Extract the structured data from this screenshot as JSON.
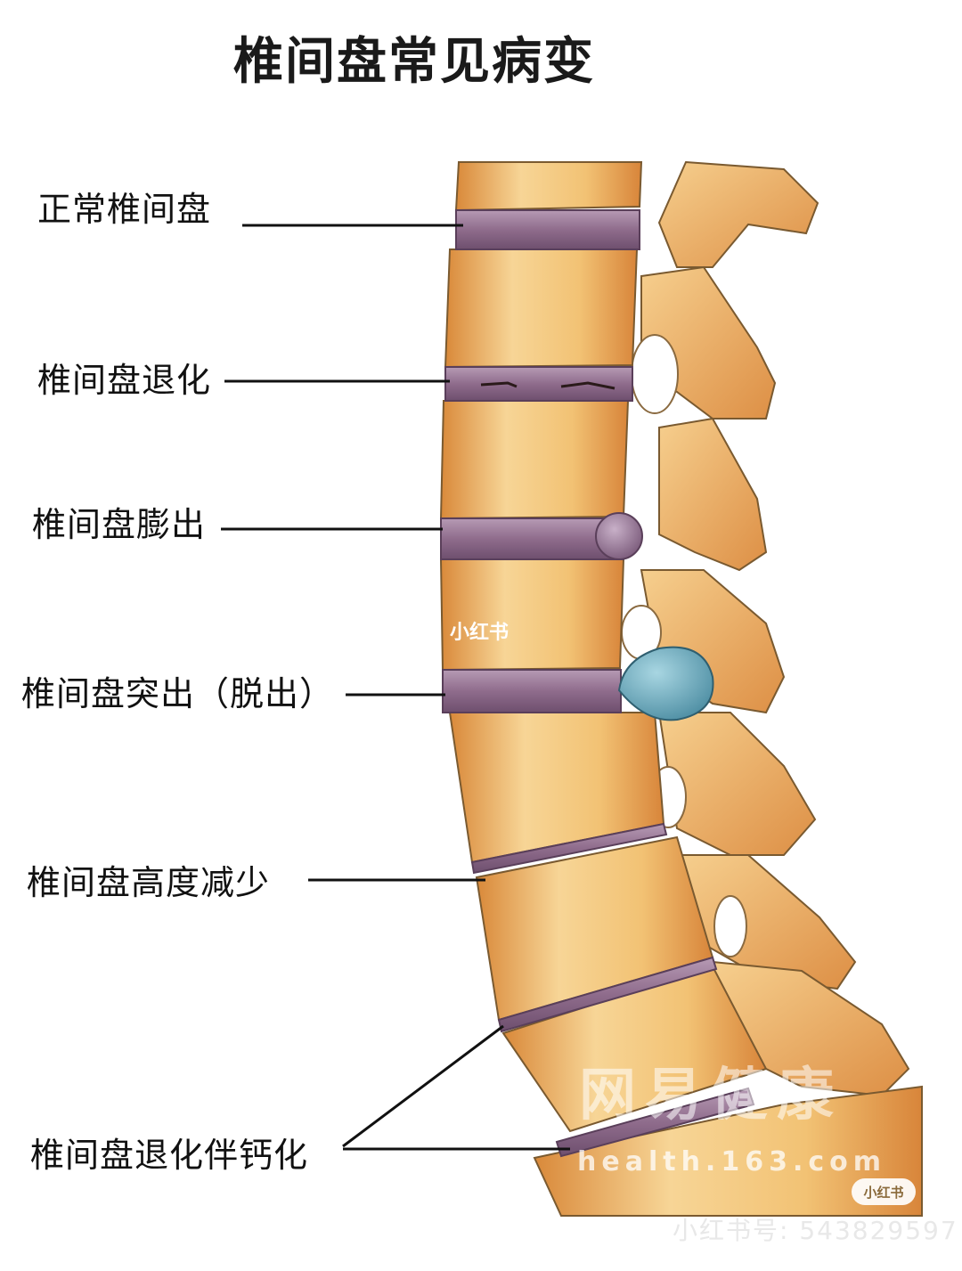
{
  "title": "椎间盘常见病变",
  "labels": [
    {
      "id": "normal",
      "text": "正常椎间盘"
    },
    {
      "id": "degeneration",
      "text": "椎间盘退化"
    },
    {
      "id": "bulge",
      "text": "椎间盘膨出"
    },
    {
      "id": "herniation",
      "text": "椎间盘突出（脱出）"
    },
    {
      "id": "height-loss",
      "text": "椎间盘高度减少"
    },
    {
      "id": "calcification",
      "text": "椎间盘退化伴钙化"
    }
  ],
  "watermarks": {
    "center": "小红书",
    "source_cn": "网易健康",
    "source_url": "health.163.com",
    "badge": "小红书",
    "account": "小红书号: 543829597"
  },
  "colors": {
    "bone": "#f0b660",
    "bone_light": "#f9d998",
    "bone_dark": "#d88a3c",
    "disc": "#8e6a8a",
    "disc_light": "#b497b0",
    "herniation": "#6fa9bc",
    "outline": "#6b5030",
    "text": "#111111"
  }
}
